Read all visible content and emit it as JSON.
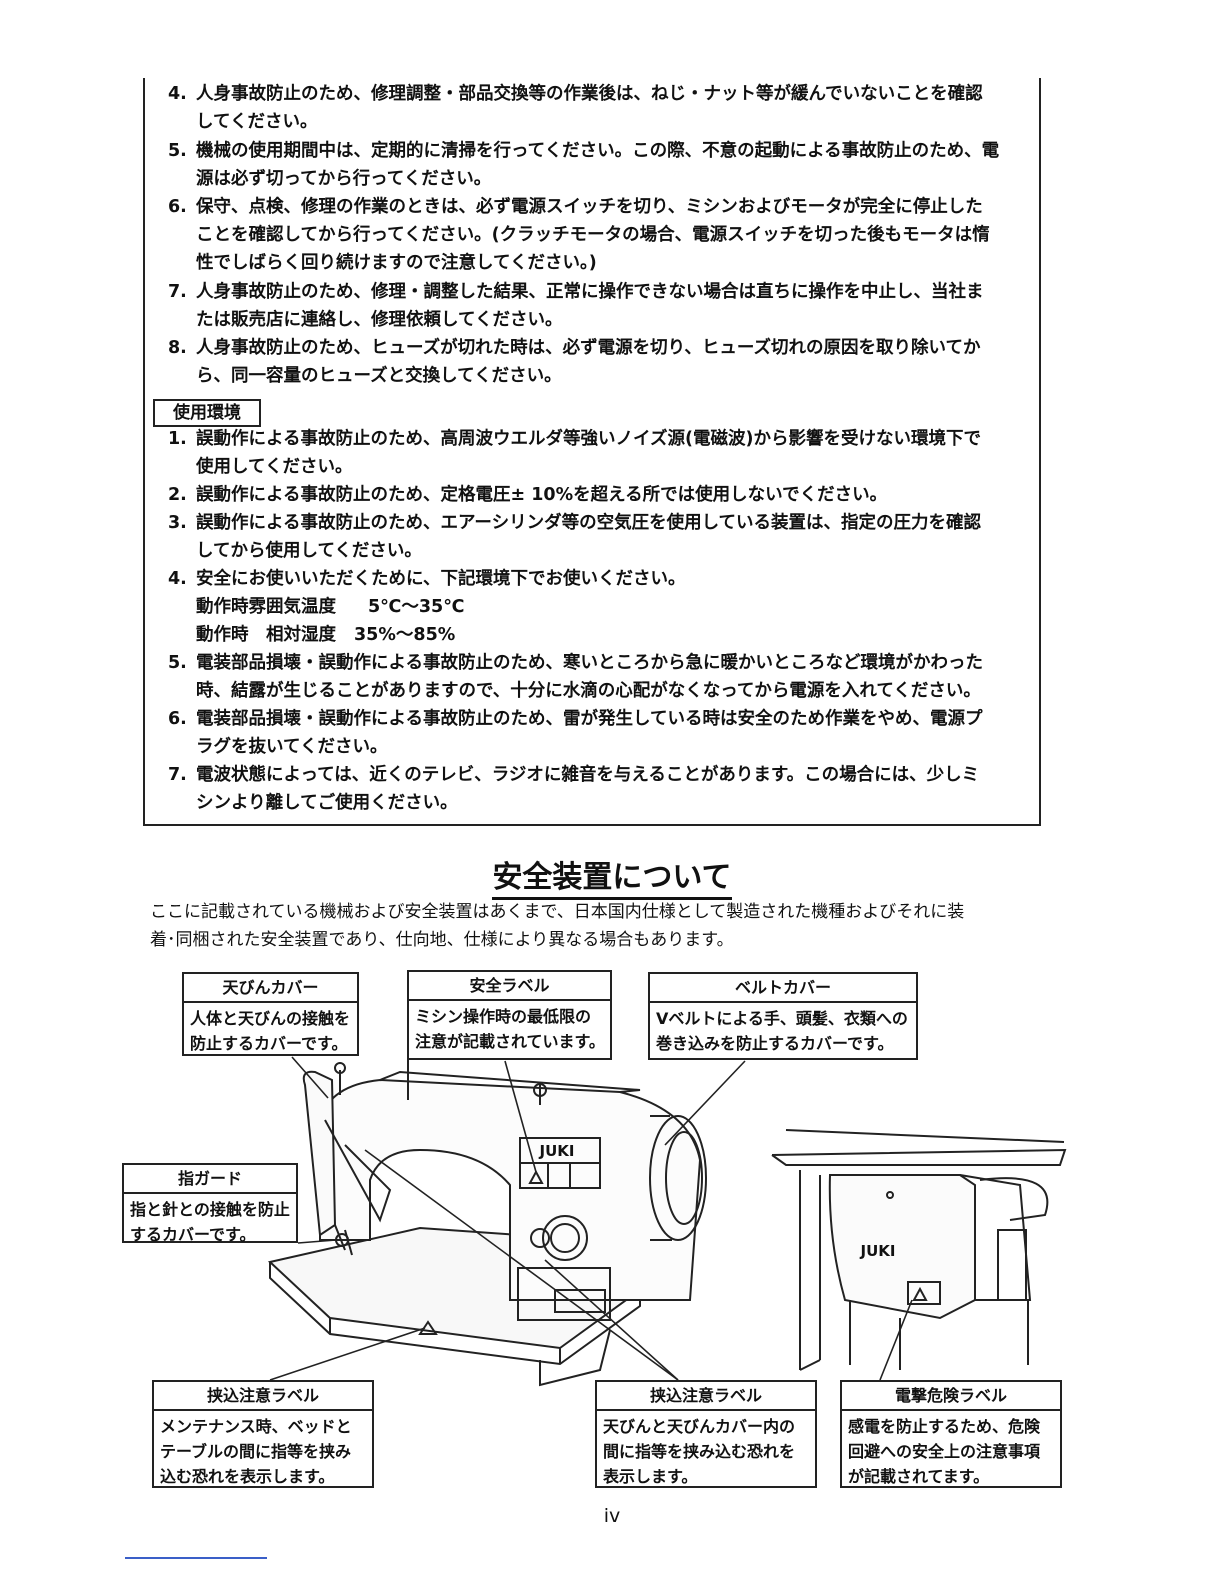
{
  "maintenance_items": [
    {
      "num": "4.",
      "lines": [
        "人身事故防止のため、修理調整・部品交換等の作業後は、ねじ・ナット等が緩んでいないことを確認",
        "してください。"
      ]
    },
    {
      "num": "5.",
      "lines": [
        "機械の使用期間中は、定期的に清掃を行ってください。この際、不意の起動による事故防止のため、電",
        "源は必ず切ってから行ってください。"
      ]
    },
    {
      "num": "6.",
      "lines": [
        "保守、点検、修理の作業のときは、必ず電源スイッチを切り、ミシンおよびモータが完全に停止した",
        "ことを確認してから行ってください。(クラッチモータの場合、電源スイッチを切った後もモータは惰",
        "性でしばらく回り続けますので注意してください。)"
      ]
    },
    {
      "num": "7.",
      "lines": [
        "人身事故防止のため、修理・調整した結果、正常に操作できない場合は直ちに操作を中止し、当社ま",
        "たは販売店に連絡し、修理依頼してください。"
      ]
    },
    {
      "num": "8.",
      "lines": [
        "人身事故防止のため、ヒューズが切れた時は、必ず電源を切り、ヒューズ切れの原因を取り除いてか",
        "ら、同一容量のヒューズと交換してください。"
      ]
    }
  ],
  "environment": {
    "label": "使用環境",
    "items_a": [
      {
        "num": "1.",
        "lines": [
          "誤動作による事故防止のため、高周波ウエルダ等強いノイズ源(電磁波)から影響を受けない環境下で",
          "使用してください。"
        ]
      },
      {
        "num": "2.",
        "lines": [
          "誤動作による事故防止のため、定格電圧± 10%を超える所では使用しないでください。"
        ]
      },
      {
        "num": "3.",
        "lines": [
          "誤動作による事故防止のため、エアーシリンダ等の空気圧を使用している装置は、指定の圧力を確認",
          "してから使用してください。"
        ]
      },
      {
        "num": "4.",
        "lines": [
          "安全にお使いいただくために、下記環境下でお使いください。"
        ]
      }
    ],
    "conditions": [
      {
        "label": "動作時雰囲気温度",
        "value": "5℃～35℃"
      },
      {
        "label": "動作時　相対湿度",
        "value": "35%～85%"
      }
    ],
    "items_b": [
      {
        "num": "5.",
        "lines": [
          "電装部品損壊・誤動作による事故防止のため、寒いところから急に暖かいところなど環境がかわった",
          "時、結露が生じることがありますので、十分に水滴の心配がなくなってから電源を入れてください。"
        ]
      },
      {
        "num": "6.",
        "lines": [
          "電装部品損壊・誤動作による事故防止のため、雷が発生している時は安全のため作業をやめ、電源プ",
          "ラグを抜いてください。"
        ]
      },
      {
        "num": "7.",
        "lines": [
          "電波状態によっては、近くのテレビ、ラジオに雑音を与えることがあります。この場合には、少しミ",
          "シンより離してご使用ください。"
        ]
      }
    ]
  },
  "safety_section": {
    "title": "安全装置について",
    "intro": [
      "ここに記載されている機械および安全装置はあくまで、日本国内仕様として製造された機種およびそれに装",
      "着･同梱された安全装置であり、仕向地、仕様により異なる場合もあります。"
    ]
  },
  "callouts": {
    "tenbin_cover": {
      "title": "天びんカバー",
      "body": [
        "人体と天びんの接触を",
        "防止するカバーです。"
      ]
    },
    "safety_label": {
      "title": "安全ラベル",
      "body": [
        "ミシン操作時の最低限の",
        "注意が記載されています。"
      ]
    },
    "belt_cover": {
      "title": "ベルトカバー",
      "body": [
        "Vベルトによる手、頭髪、衣類への",
        "巻き込みを防止するカバーです。"
      ]
    },
    "finger_guard": {
      "title": "指ガード",
      "body": [
        "指と針との接触を防止",
        "するカバーです。"
      ]
    },
    "pinch_label_1": {
      "title": "挟込注意ラベル",
      "body": [
        "メンテナンス時、ベッドと",
        "テーブルの間に指等を挟み",
        "込む恐れを表示します。"
      ]
    },
    "pinch_label_2": {
      "title": "挟込注意ラベル",
      "body": [
        "天びんと天びんカバー内の",
        "間に指等を挟み込む恐れを",
        "表示します。"
      ]
    },
    "shock_label": {
      "title": "電撃危険ラベル",
      "body": [
        "感電を防止するため、危険",
        "回避への安全上の注意事項",
        "が記載されてます。"
      ]
    }
  },
  "brand": "JUKI",
  "page_number": "iv"
}
